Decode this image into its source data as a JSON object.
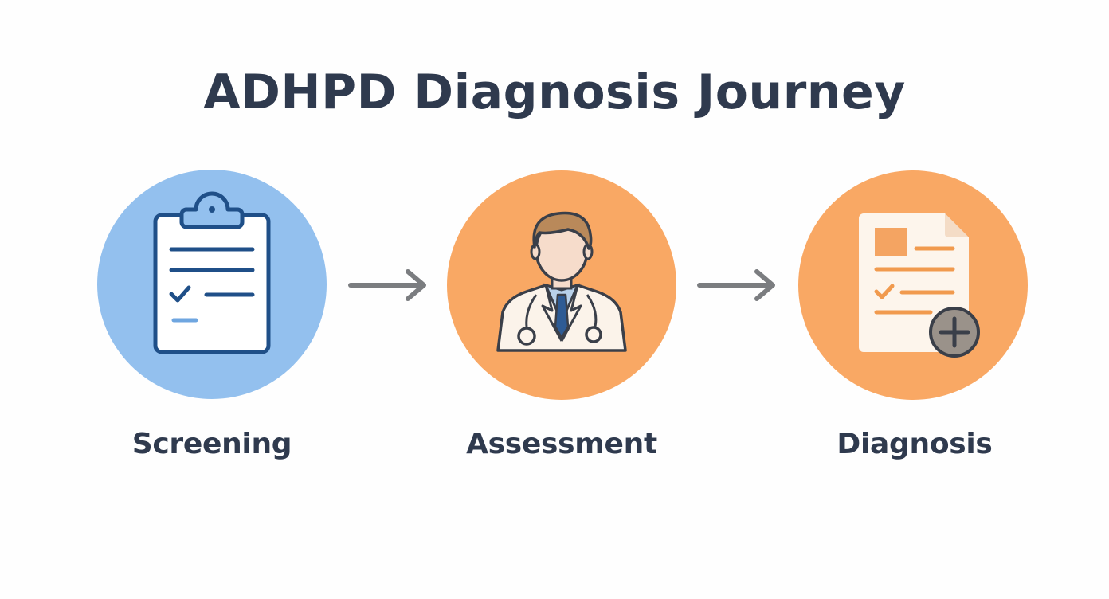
{
  "title": "ADHPD Diagnosis Journey",
  "colors": {
    "title_text": "#2f3a4e",
    "screening_circle": "#93c0ee",
    "assessment_circle": "#f9a864",
    "diagnosis_circle": "#f9a864",
    "arrow": "#7b7d80",
    "icon_blue": "#1f4f88",
    "icon_orange": "#f19a4e"
  },
  "steps": [
    {
      "label": "Screening",
      "icon": "clipboard-checklist-icon"
    },
    {
      "label": "Assessment",
      "icon": "doctor-icon"
    },
    {
      "label": "Diagnosis",
      "icon": "medical-report-icon"
    }
  ]
}
